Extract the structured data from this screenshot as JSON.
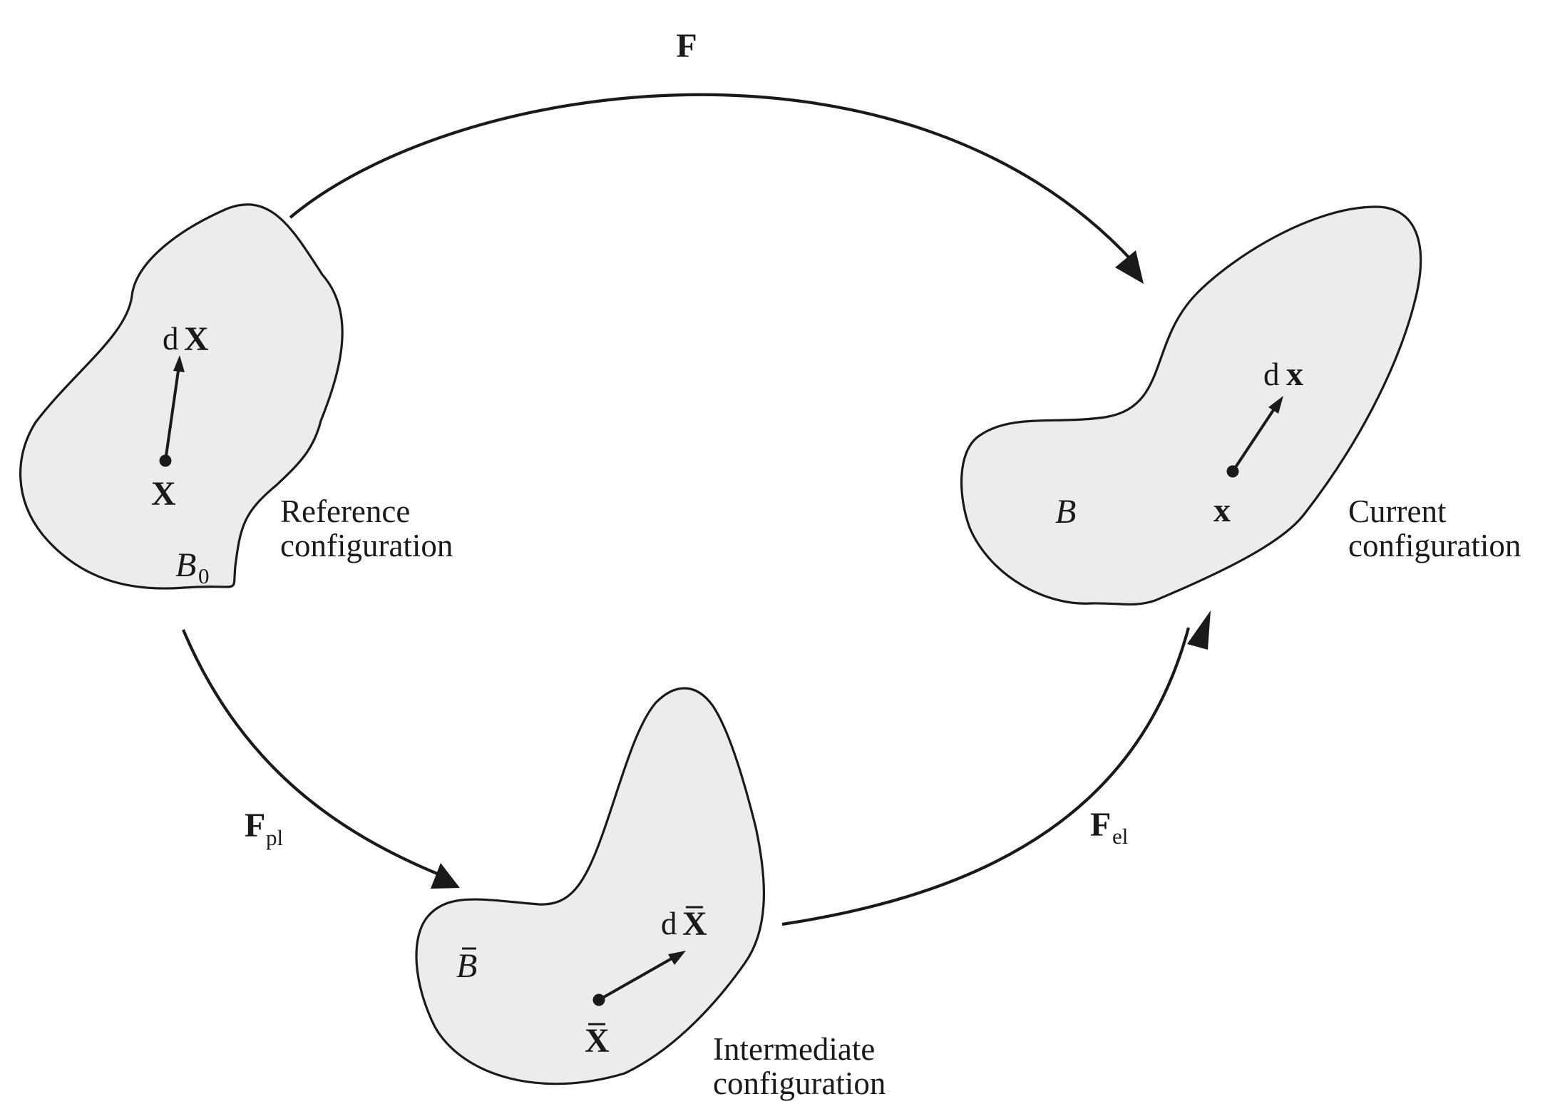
{
  "maps": {
    "total": {
      "symbol": "F",
      "subscript": ""
    },
    "plastic": {
      "symbol": "F",
      "subscript": "pl"
    },
    "elastic": {
      "symbol": "F",
      "subscript": "el"
    }
  },
  "reference": {
    "label_line1": "Reference",
    "label_line2": "configuration",
    "body_symbol": "B",
    "body_subscript": "0",
    "point": "X",
    "vector_d": "d",
    "vector_symbol": "X"
  },
  "intermediate": {
    "label_line1": "Intermediate",
    "label_line2": "configuration",
    "body_symbol": "B",
    "point": "X",
    "vector_d": "d",
    "vector_symbol": "X"
  },
  "current": {
    "label_line1": "Current",
    "label_line2": "configuration",
    "body_symbol": "B",
    "point": "x",
    "vector_d": "d",
    "vector_symbol": "x"
  },
  "colors": {
    "body_fill": "#ececec",
    "stroke": "#1a1a1a",
    "background": "#ffffff"
  }
}
